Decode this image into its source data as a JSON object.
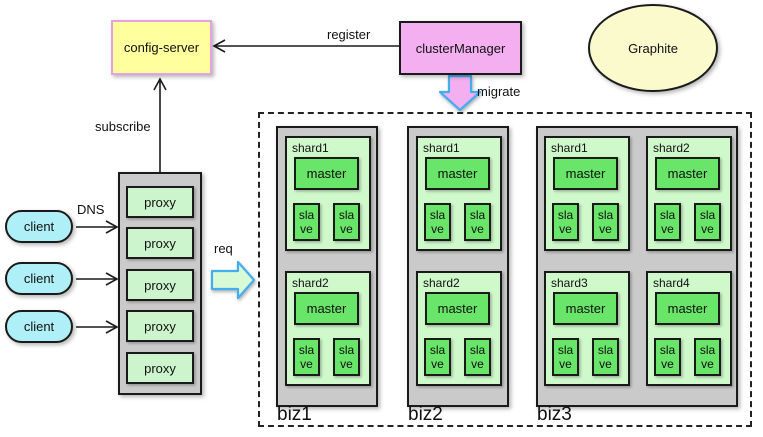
{
  "colors": {
    "config_fill": "#FFFF9E",
    "config_border": "#E6A1E0",
    "manager_fill": "#F4AFF0",
    "graphite_fill": "#FAFACD",
    "client_fill": "#AFEFF7",
    "container_gray": "#CACACA",
    "proxy_fill": "#CDF5CD",
    "shard_fill": "#CFF8CB",
    "node_green": "#69E569",
    "req_fill": "#D8FBD6",
    "fat_arrow_blue": "#44ADF0",
    "line_color": "#1A1A1A"
  },
  "nodes": {
    "config_server": "config-server",
    "cluster_manager": "clusterManager",
    "graphite": "Graphite"
  },
  "edge_labels": {
    "register": "register",
    "subscribe": "subscribe",
    "dns": "DNS",
    "migrate": "migrate",
    "req": "req"
  },
  "clients": [
    {
      "label": "client"
    },
    {
      "label": "client"
    },
    {
      "label": "client"
    }
  ],
  "proxies": [
    {
      "label": "proxy"
    },
    {
      "label": "proxy"
    },
    {
      "label": "proxy"
    },
    {
      "label": "proxy"
    },
    {
      "label": "proxy"
    }
  ],
  "shard_parts": {
    "master": "master",
    "slave": "sla ve"
  },
  "bizs": [
    {
      "label": "biz1",
      "shards": [
        {
          "title": "shard1"
        },
        {
          "title": "shard2"
        }
      ]
    },
    {
      "label": "biz2",
      "shards": [
        {
          "title": "shard1"
        },
        {
          "title": "shard2"
        }
      ]
    },
    {
      "label": "biz3",
      "shards": [
        {
          "title": "shard1"
        },
        {
          "title": "shard2"
        },
        {
          "title": "shard3"
        },
        {
          "title": "shard4"
        }
      ]
    }
  ]
}
